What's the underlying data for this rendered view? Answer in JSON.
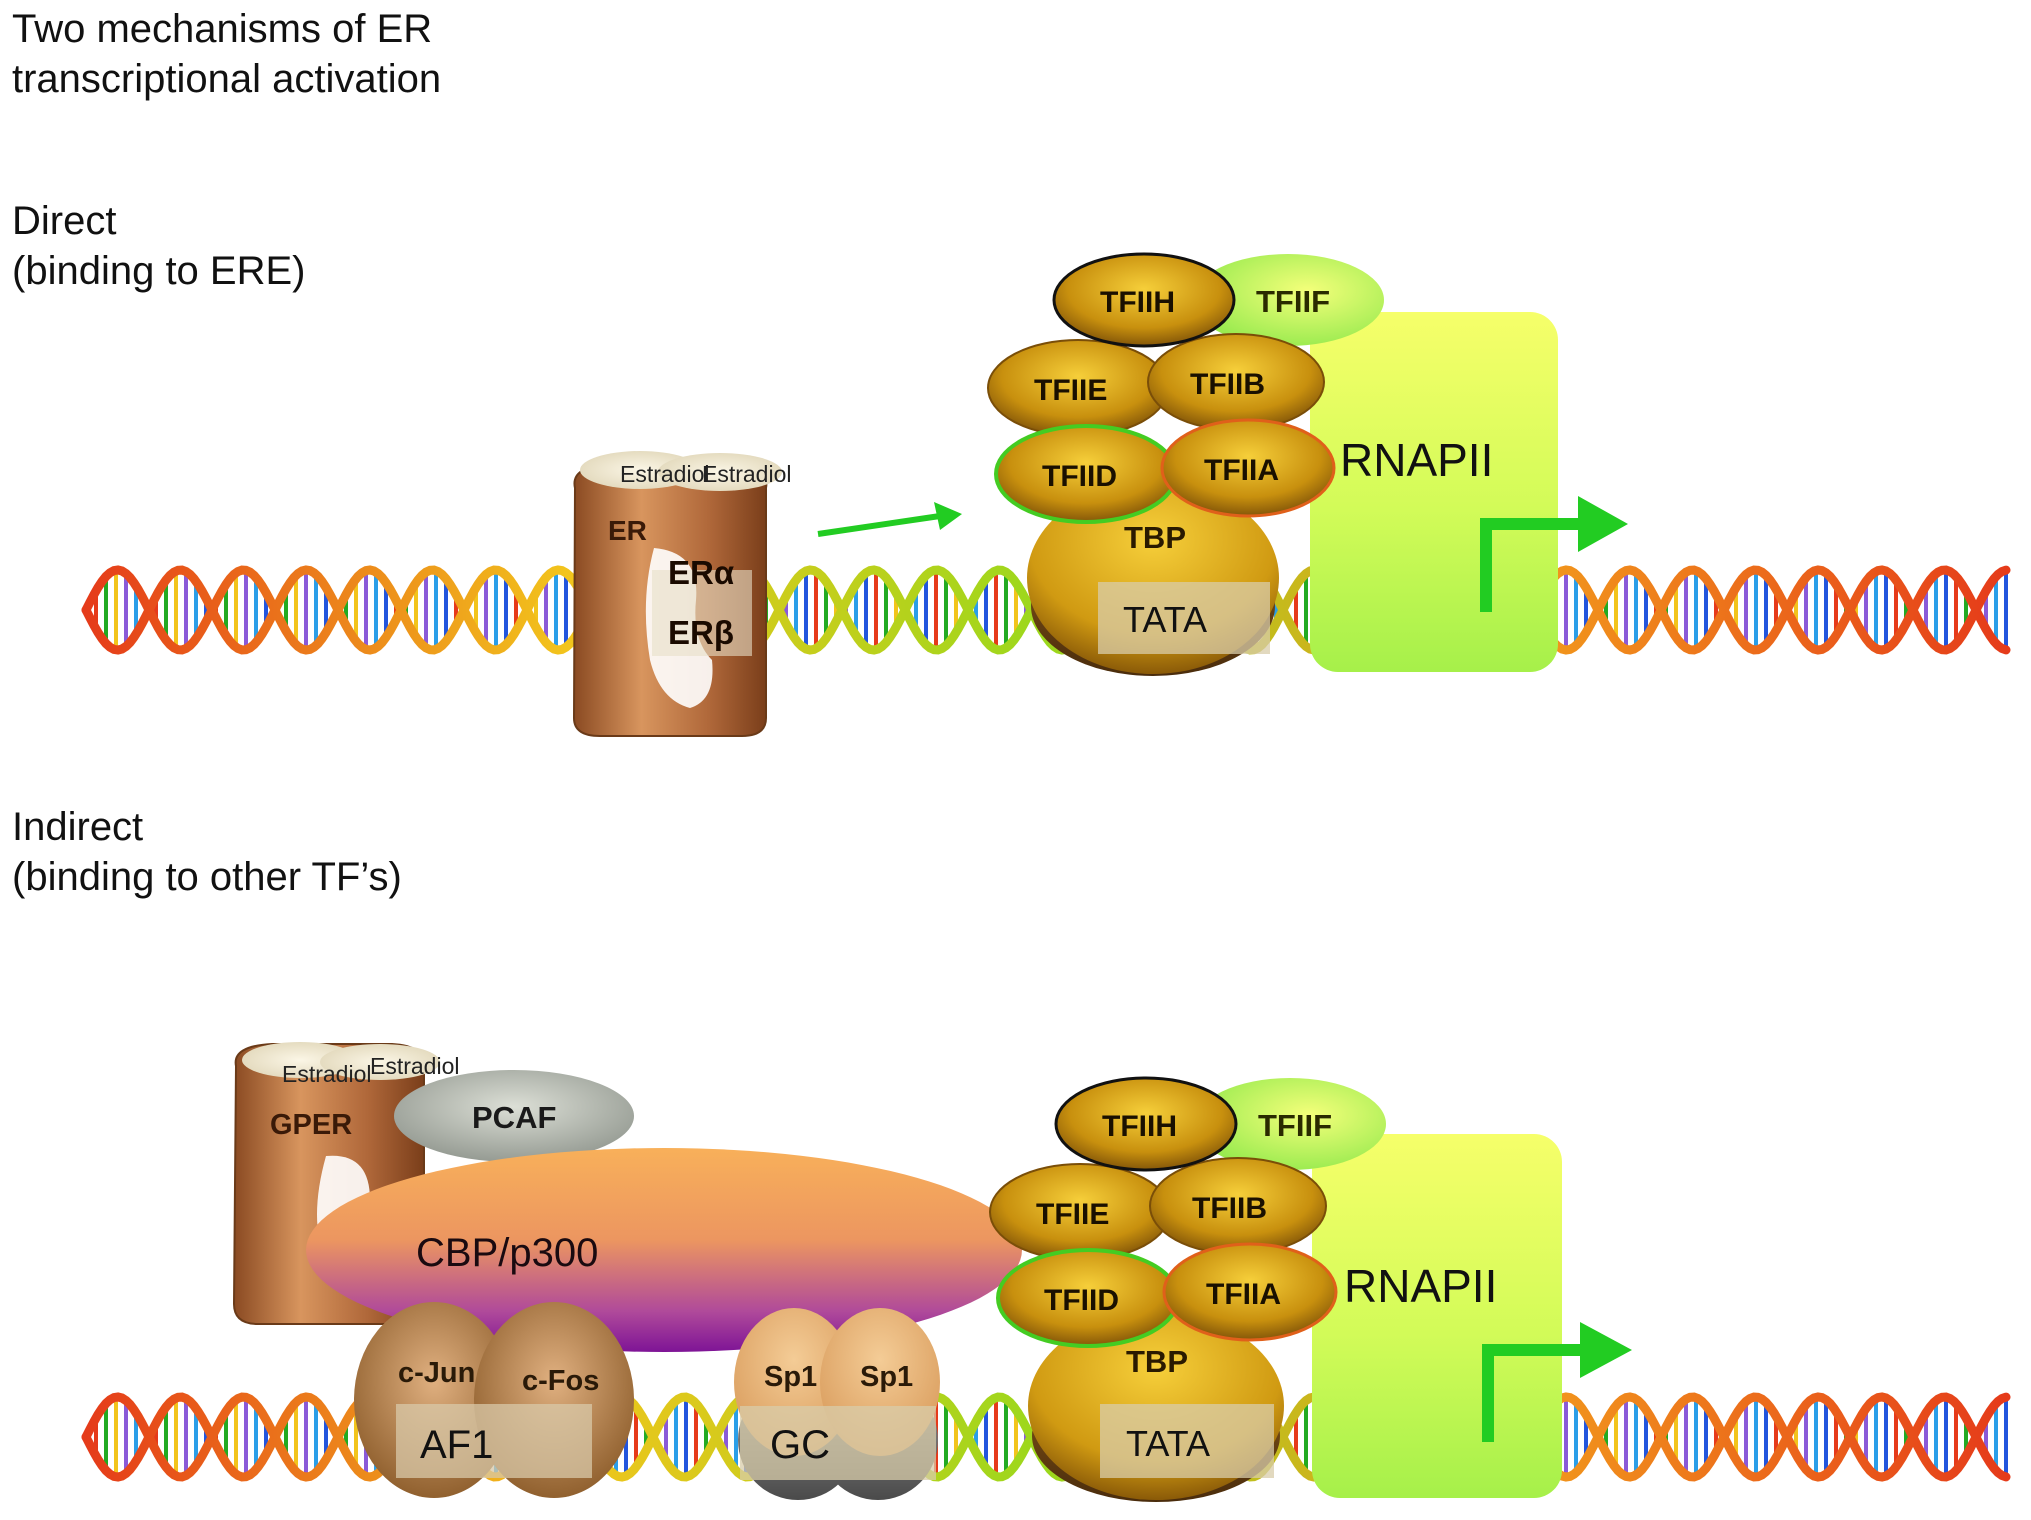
{
  "title": {
    "line1": "Two mechanisms of ER",
    "line2": "transcriptional activation"
  },
  "direct": {
    "heading": "Direct",
    "subheading": "(binding to ERE)",
    "ligand": "Estradiol",
    "receptor": "ER",
    "receptor_alpha": "ERα",
    "receptor_beta": "ERβ",
    "promoter": "TATA",
    "tbp": "TBP",
    "factors": {
      "tfiih": "TFIIH",
      "tfiif": "TFIIF",
      "tfiie": "TFIIE",
      "tfiib": "TFIIB",
      "tfiid": "TFIID",
      "tfiia": "TFIIA"
    },
    "polymerase": "RNAPII"
  },
  "indirect": {
    "heading": "Indirect",
    "subheading": "(binding to other TF’s)",
    "ligand": "Estradiol",
    "receptor": "GPER",
    "pcaf": "PCAF",
    "coactivator": "CBP/p300",
    "cjun": "c-Jun",
    "cfos": "c-Fos",
    "af1": "AF1",
    "sp1_left": "Sp1",
    "sp1_right": "Sp1",
    "gc": "GC",
    "promoter": "TATA",
    "tbp": "TBP",
    "factors": {
      "tfiih": "TFIIH",
      "tfiif": "TFIIF",
      "tfiie": "TFIIE",
      "tfiib": "TFIIB",
      "tfiid": "TFIID",
      "tfiia": "TFIIA"
    },
    "polymerase": "RNAPII"
  },
  "colors": {
    "gold_factor": "#c8900e",
    "green_arrow": "#22cc22",
    "rnapii_green": "#a6f04a",
    "rnapii_yellow": "#f6ff6a",
    "receptor_brown": "#b0683a",
    "cbp_orange": "#f4aa55",
    "cbp_purple": "#8a1aa0",
    "pcaf_grey": "#a8b0a6"
  }
}
